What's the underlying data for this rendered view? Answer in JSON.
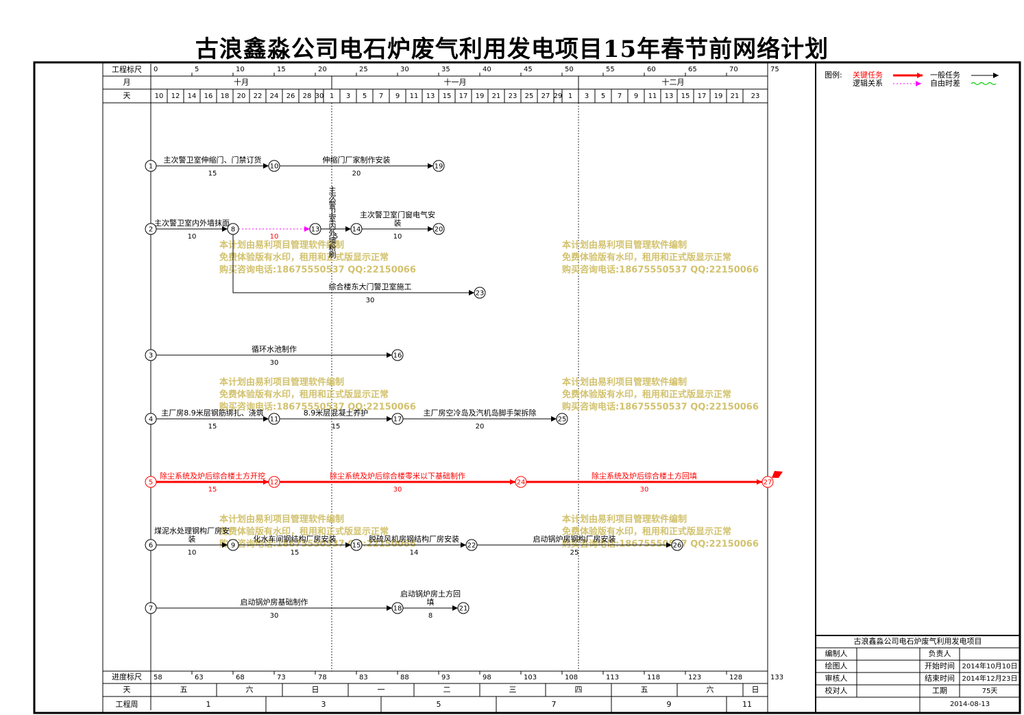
{
  "title": "古浪鑫淼公司电石炉废气利用发电项目15年春节前网络计划",
  "header": {
    "scale_label": "工程标尺",
    "month_label": "月",
    "day_label": "天",
    "scale_ticks": [
      "0",
      "5",
      "10",
      "15",
      "20",
      "25",
      "30",
      "35",
      "40",
      "45",
      "50",
      "55",
      "60",
      "65",
      "70",
      "75"
    ],
    "months": [
      "十月",
      "十一月",
      "十二月"
    ],
    "days": [
      "10",
      "12",
      "14",
      "16",
      "18",
      "20",
      "22",
      "24",
      "26",
      "28",
      "30",
      "1",
      "3",
      "5",
      "7",
      "9",
      "11",
      "13",
      "15",
      "17",
      "19",
      "21",
      "23",
      "25",
      "27",
      "29",
      "1",
      "3",
      "5",
      "7",
      "9",
      "11",
      "13",
      "15",
      "17",
      "19",
      "21",
      "23"
    ]
  },
  "footer": {
    "progress_label": "进度标尺",
    "progress_ticks": [
      "58",
      "63",
      "68",
      "73",
      "78",
      "83",
      "88",
      "93",
      "98",
      "103",
      "108",
      "113",
      "118",
      "123",
      "128",
      "133"
    ],
    "weekday_label": "天",
    "weekdays": [
      "五",
      "六",
      "日",
      "一",
      "二",
      "三",
      "四",
      "五",
      "六",
      "日"
    ],
    "week_label": "工程周",
    "weeks": [
      "1",
      "3",
      "5",
      "7",
      "9",
      "11"
    ]
  },
  "legend": {
    "label": "图例:",
    "critical": "关键任务",
    "normal": "一般任务",
    "logic": "逻辑关系",
    "float": "自由时差"
  },
  "info": {
    "project": "古浪鑫淼公司电石炉废气利用发电项目",
    "rows": [
      [
        "编制人",
        "",
        "负责人",
        ""
      ],
      [
        "绘图人",
        "",
        "开始时间",
        "2014年10月10日"
      ],
      [
        "审核人",
        "",
        "结束时间",
        "2014年12月23日"
      ],
      [
        "校对人",
        "",
        "工期",
        "75天"
      ]
    ],
    "date": "2014-08-13"
  },
  "watermark": [
    "本计划由易利项目管理软件编制",
    "免费体验版有水印，租用和正式版显示正常",
    "购买咨询电话:18675550537 QQ:22150066"
  ],
  "nodes": [
    {
      "id": "1",
      "day": 0,
      "row": 1
    },
    {
      "id": "10",
      "day": 15,
      "row": 1
    },
    {
      "id": "19",
      "day": 35,
      "row": 1
    },
    {
      "id": "2",
      "day": 0,
      "row": 2
    },
    {
      "id": "8",
      "day": 10,
      "row": 2
    },
    {
      "id": "13",
      "day": 20,
      "row": 2
    },
    {
      "id": "14",
      "day": 25,
      "row": 2
    },
    {
      "id": "20",
      "day": 35,
      "row": 2
    },
    {
      "id": "23",
      "day": 40,
      "row": 3
    },
    {
      "id": "3",
      "day": 0,
      "row": 4
    },
    {
      "id": "16",
      "day": 30,
      "row": 4
    },
    {
      "id": "4",
      "day": 0,
      "row": 5
    },
    {
      "id": "11",
      "day": 15,
      "row": 5
    },
    {
      "id": "17",
      "day": 30,
      "row": 5
    },
    {
      "id": "25",
      "day": 50,
      "row": 5
    },
    {
      "id": "5",
      "day": 0,
      "row": 6,
      "critical": true
    },
    {
      "id": "12",
      "day": 15,
      "row": 6,
      "critical": true
    },
    {
      "id": "24",
      "day": 45,
      "row": 6,
      "critical": true
    },
    {
      "id": "27",
      "day": 75,
      "row": 6,
      "critical": true
    },
    {
      "id": "6",
      "day": 0,
      "row": 7
    },
    {
      "id": "9",
      "day": 10,
      "row": 7
    },
    {
      "id": "15",
      "day": 25,
      "row": 7
    },
    {
      "id": "22",
      "day": 39,
      "row": 7
    },
    {
      "id": "26",
      "day": 64,
      "row": 7
    },
    {
      "id": "7",
      "day": 0,
      "row": 8
    },
    {
      "id": "18",
      "day": 30,
      "row": 8
    },
    {
      "id": "21",
      "day": 38,
      "row": 8
    }
  ],
  "tasks": [
    {
      "from": "1",
      "to": "10",
      "name": "主次警卫室伸缩门、门禁订货",
      "duration": "15"
    },
    {
      "from": "10",
      "to": "19",
      "name": "伸缩门厂家制作安装",
      "duration": "20"
    },
    {
      "from": "2",
      "to": "8",
      "name": "主次警卫室内外墙抹面",
      "duration": "10"
    },
    {
      "from": "8",
      "to": "13",
      "name": "",
      "duration": "10",
      "type": "logic"
    },
    {
      "from": "13",
      "to": "14",
      "name": "主次警卫室内外墙粉刷",
      "duration": "5",
      "vertical": true
    },
    {
      "from": "14",
      "to": "20",
      "name": "主次警卫室门窗电气安装",
      "duration": "10"
    },
    {
      "from": "8",
      "to": "23",
      "name": "综合楼东大门警卫室施工",
      "duration": "30",
      "bent": true
    },
    {
      "from": "3",
      "to": "16",
      "name": "循环水池制作",
      "duration": "30"
    },
    {
      "from": "4",
      "to": "11",
      "name": "主厂房8.9米层钢筋绑扎、浇筑",
      "duration": "15"
    },
    {
      "from": "11",
      "to": "17",
      "name": "8.9米层混凝土养护",
      "duration": "15"
    },
    {
      "from": "17",
      "to": "25",
      "name": "主厂房空冷岛及汽机岛脚手架拆除",
      "duration": "20"
    },
    {
      "from": "5",
      "to": "12",
      "name": "除尘系统及炉后综合楼土方开挖",
      "duration": "15",
      "type": "critical"
    },
    {
      "from": "12",
      "to": "24",
      "name": "除尘系统及炉后综合楼零米以下基础制作",
      "duration": "30",
      "type": "critical"
    },
    {
      "from": "24",
      "to": "27",
      "name": "除尘系统及炉后综合楼土方回填",
      "duration": "30",
      "type": "critical"
    },
    {
      "from": "6",
      "to": "9",
      "name": "煤泥水处理钢构厂房安装",
      "duration": "10"
    },
    {
      "from": "9",
      "to": "15",
      "name": "化水车间钢结构厂房安装",
      "duration": "15"
    },
    {
      "from": "15",
      "to": "22",
      "name": "脱硫风机房钢结构厂房安装",
      "duration": "14"
    },
    {
      "from": "22",
      "to": "26",
      "name": "启动锅炉房钢构厂房安装",
      "duration": "25"
    },
    {
      "from": "7",
      "to": "18",
      "name": "启动锅炉房基础制作",
      "duration": "30"
    },
    {
      "from": "18",
      "to": "21",
      "name": "启动锅炉房土方回填",
      "duration": "8"
    }
  ],
  "colors": {
    "critical": "#ff0000",
    "logic": "#ff00ff",
    "float": "#00cc00",
    "watermark": "#d2c26e",
    "line": "#000000"
  }
}
